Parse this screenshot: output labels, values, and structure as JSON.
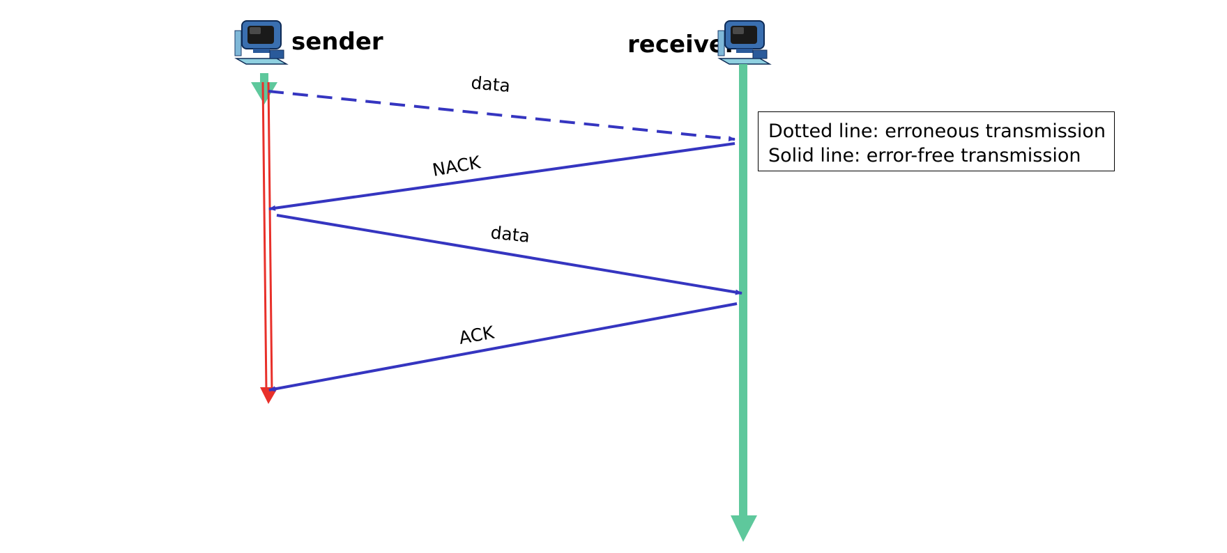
{
  "hosts": {
    "sender": {
      "label": "sender",
      "icon": "computer-icon"
    },
    "receiver": {
      "label": "receiver",
      "icon": "computer-icon"
    }
  },
  "messages": [
    {
      "label": "data",
      "direction": "sender-to-receiver",
      "style": "dashed"
    },
    {
      "label": "NACK",
      "direction": "receiver-to-sender",
      "style": "solid"
    },
    {
      "label": "data",
      "direction": "sender-to-receiver",
      "style": "solid"
    },
    {
      "label": "ACK",
      "direction": "receiver-to-sender",
      "style": "solid"
    }
  ],
  "legend": {
    "line1": "Dotted line: erroneous transmission",
    "line2": "Solid line: error-free transmission"
  },
  "colors": {
    "timeline": "#5ec89c",
    "message": "#3535c0",
    "timer": "#e8302a"
  }
}
